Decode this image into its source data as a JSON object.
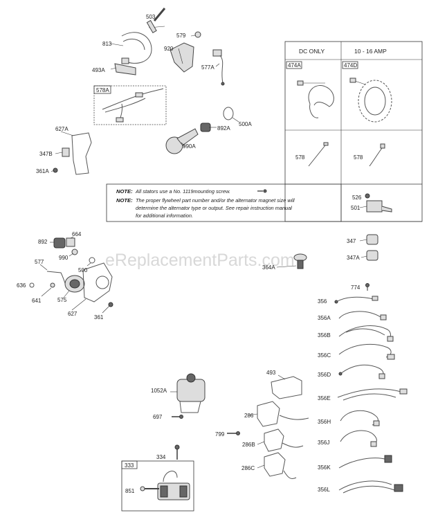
{
  "watermark": "eReplacementParts.com",
  "table": {
    "col1": "DC ONLY",
    "col2": "10 - 16 AMP",
    "labels": {
      "a474a": "474A",
      "a474d": "474D",
      "r578a": "578",
      "r578b": "578",
      "p526": "526",
      "p501": "501"
    }
  },
  "note": {
    "label1": "NOTE:",
    "text1": "All stators use a No. 1119mounting screw.",
    "label2": "NOTE:",
    "line2a": "The proper flywheel part number and/or the alternator magnet size will",
    "line2b": "determine the alternator type or output. See repair instruction manual",
    "line2c": "for additional information."
  },
  "parts": {
    "p503": "503",
    "p813": "813",
    "p579": "579",
    "p920": "920",
    "p493A": "493A",
    "p577A": "577A",
    "p578A": "578A",
    "p500A": "500A",
    "p892A": "892A",
    "p627A": "627A",
    "p347B": "347B",
    "p990A": "990A",
    "p361A": "361A",
    "p892": "892",
    "p664": "664",
    "p990": "990",
    "p577": "577",
    "p500": "500",
    "p636": "636",
    "p641": "641",
    "p575": "575",
    "p627": "627",
    "p361": "361",
    "p347": "347",
    "p347A": "347A",
    "p364A": "364A",
    "p774": "774",
    "p356": "356",
    "p356A": "356A",
    "p356B": "356B",
    "p356C": "356C",
    "p356D": "356D",
    "p356E": "356E",
    "p356H": "356H",
    "p356J": "356J",
    "p356K": "356K",
    "p356L": "356L",
    "p493": "493",
    "p1052A": "1052A",
    "p697": "697",
    "p286": "286",
    "p799": "799",
    "p286B": "286B",
    "p286C": "286C",
    "p334": "334",
    "p333": "333",
    "p851": "851"
  }
}
